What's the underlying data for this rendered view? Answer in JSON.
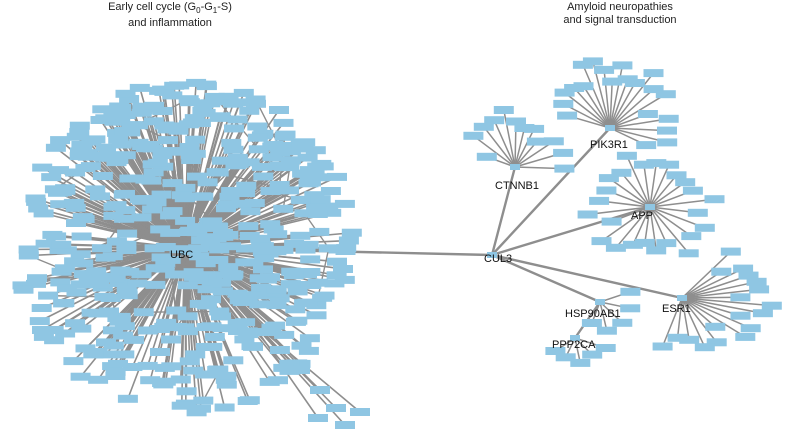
{
  "titles": {
    "left": {
      "line1_prefix": "Early cell cycle (G",
      "sub0": "0",
      "mid": "-G",
      "sub1": "1",
      "line1_suffix": "-S)",
      "line2": "and inflammation"
    },
    "right": {
      "line1": "Amyloid neuropathies",
      "line2": "and signal transduction"
    }
  },
  "hubs": [
    {
      "id": "UBC",
      "label": "UBC"
    },
    {
      "id": "CUL3",
      "label": "CUL3"
    },
    {
      "id": "CTNNB1",
      "label": "CTNNB1"
    },
    {
      "id": "PIK3R1",
      "label": "PIK3R1"
    },
    {
      "id": "APP",
      "label": "APP"
    },
    {
      "id": "ESR1",
      "label": "ESR1"
    },
    {
      "id": "HSP90AB1",
      "label": "HSP90AB1"
    },
    {
      "id": "PPP2CA",
      "label": "PPP2CA"
    }
  ],
  "hub_links": [
    [
      "UBC",
      "CUL3"
    ],
    [
      "CUL3",
      "CTNNB1"
    ],
    [
      "CUL3",
      "PIK3R1"
    ],
    [
      "CUL3",
      "APP"
    ],
    [
      "CUL3",
      "ESR1"
    ],
    [
      "CUL3",
      "HSP90AB1"
    ],
    [
      "HSP90AB1",
      "PPP2CA"
    ]
  ],
  "colors": {
    "node_fill": "#8fc6e3",
    "edge": "#8e8e8e",
    "text": "#111111"
  }
}
